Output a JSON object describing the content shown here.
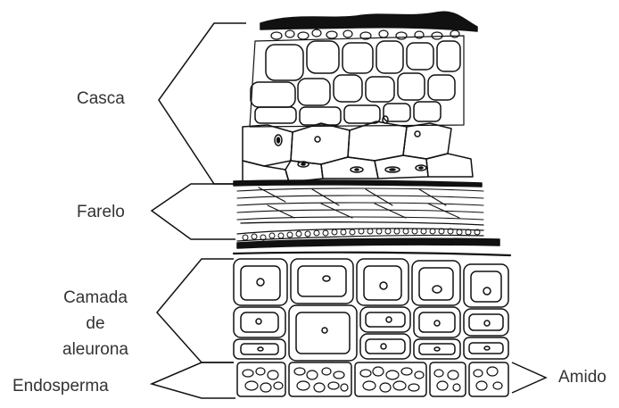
{
  "labels": {
    "casca": "Casca",
    "farelo": "Farelo",
    "camada_line1": "Camada",
    "camada_line2": "de",
    "camada_line3": "aleurona",
    "endosperma": "Endosperma",
    "amido": "Amido"
  },
  "colors": {
    "ink": "#111111",
    "label_text": "#333333",
    "background": "#ffffff"
  }
}
